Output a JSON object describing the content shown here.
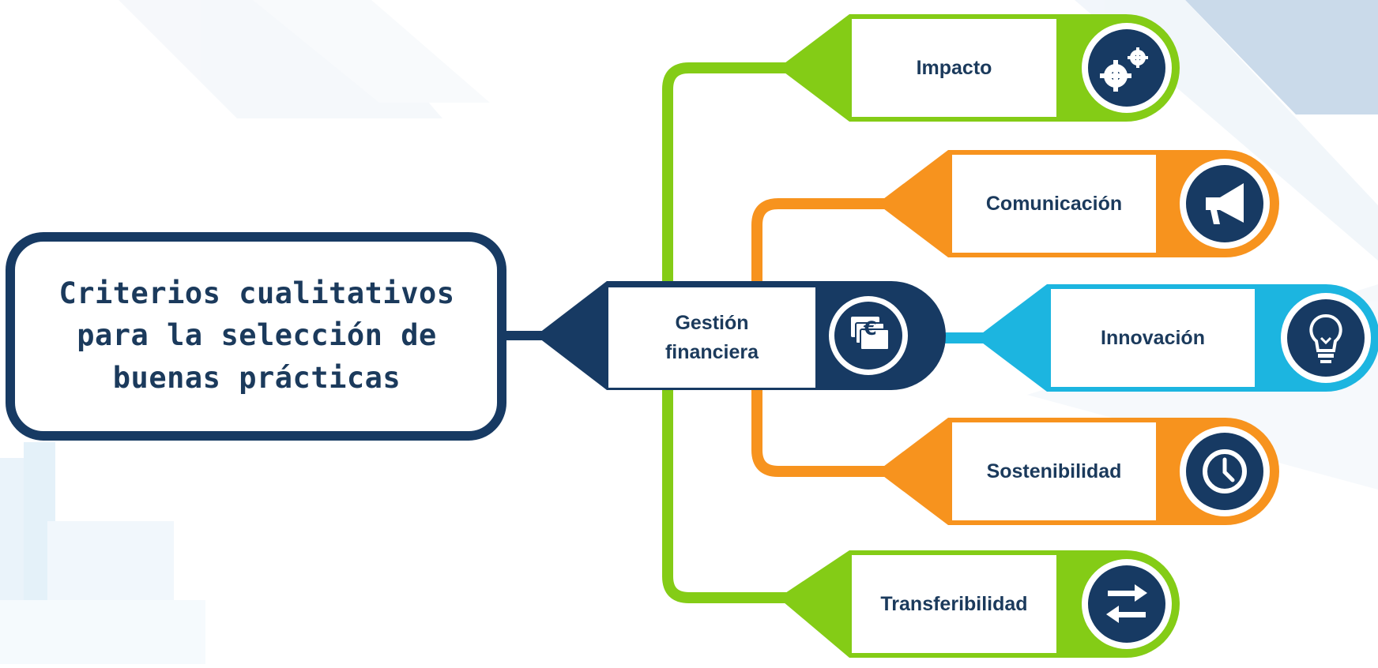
{
  "title": "Criterios cualitativos para la selección de buenas prácticas",
  "center_node": {
    "label_line1": "Gestión",
    "label_line2": "financiera",
    "icon": "euro-banknotes-icon",
    "color": "#173a63"
  },
  "criteria": [
    {
      "label": "Impacto",
      "icon": "gears-icon",
      "color": "#84cc16"
    },
    {
      "label": "Comunicación",
      "icon": "megaphone-icon",
      "color": "#f7931e"
    },
    {
      "label": "Innovación",
      "icon": "lightbulb-icon",
      "color": "#1cb5e0"
    },
    {
      "label": "Sostenibilidad",
      "icon": "clock-icon",
      "color": "#f7931e"
    },
    {
      "label": "Transferibilidad",
      "icon": "transfer-arrows-icon",
      "color": "#84cc16"
    }
  ],
  "colors": {
    "navy": "#173a63",
    "green": "#84cc16",
    "orange": "#f7931e",
    "cyan": "#1cb5e0",
    "text": "#1b3a5c"
  }
}
